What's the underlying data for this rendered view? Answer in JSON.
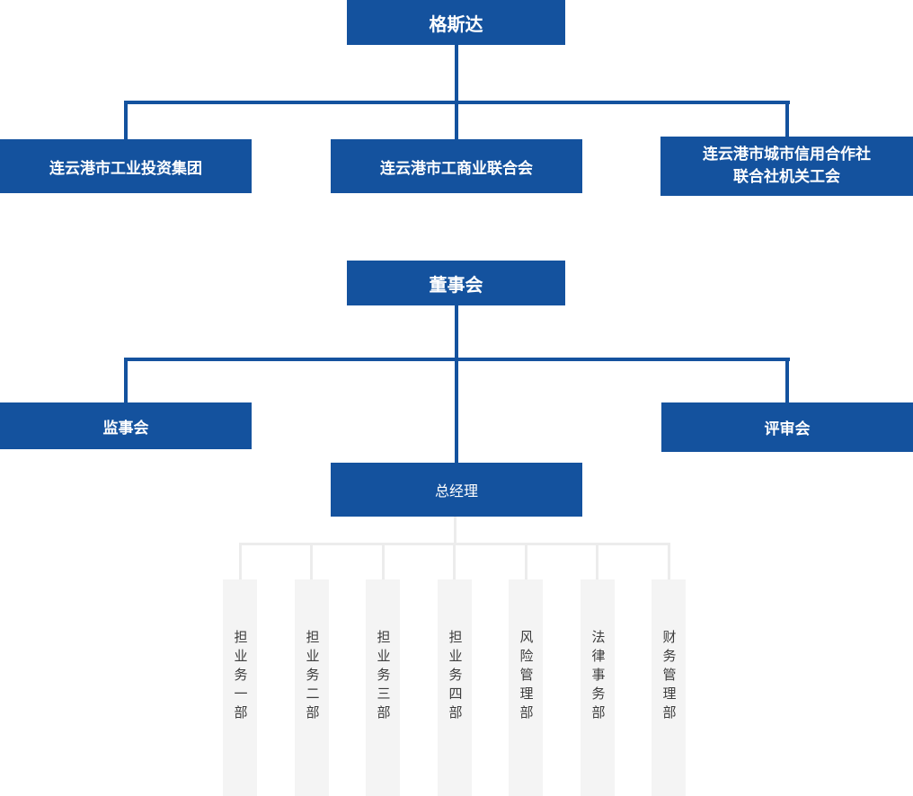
{
  "colors": {
    "primary_blue": "#14529E",
    "box_text": "#FFFFFF",
    "dept_background": "#F4F4F4",
    "dept_text": "#3D3D3D",
    "light_connector": "#ECECEC"
  },
  "nodes": {
    "root": {
      "label": "格斯达"
    },
    "shareholders": [
      {
        "label": "连云港市工业投资集团"
      },
      {
        "label": "连云港市工商业联合会"
      },
      {
        "label": "连云港市城市信用合作社联合社机关工会",
        "lines": [
          "连云港市城市信用合作社",
          "联合社机关工会"
        ]
      }
    ],
    "board": {
      "label": "董事会"
    },
    "supervisory_board": {
      "label": "监事会"
    },
    "review_committee": {
      "label": "评审会"
    },
    "general_manager": {
      "label": "总经理"
    },
    "departments": [
      {
        "label": "担业务一部"
      },
      {
        "label": "担业务二部"
      },
      {
        "label": "担业务三部"
      },
      {
        "label": "担业务四部"
      },
      {
        "label": "风险管理部"
      },
      {
        "label": "法律事务部"
      },
      {
        "label": "财务管理部"
      }
    ]
  }
}
